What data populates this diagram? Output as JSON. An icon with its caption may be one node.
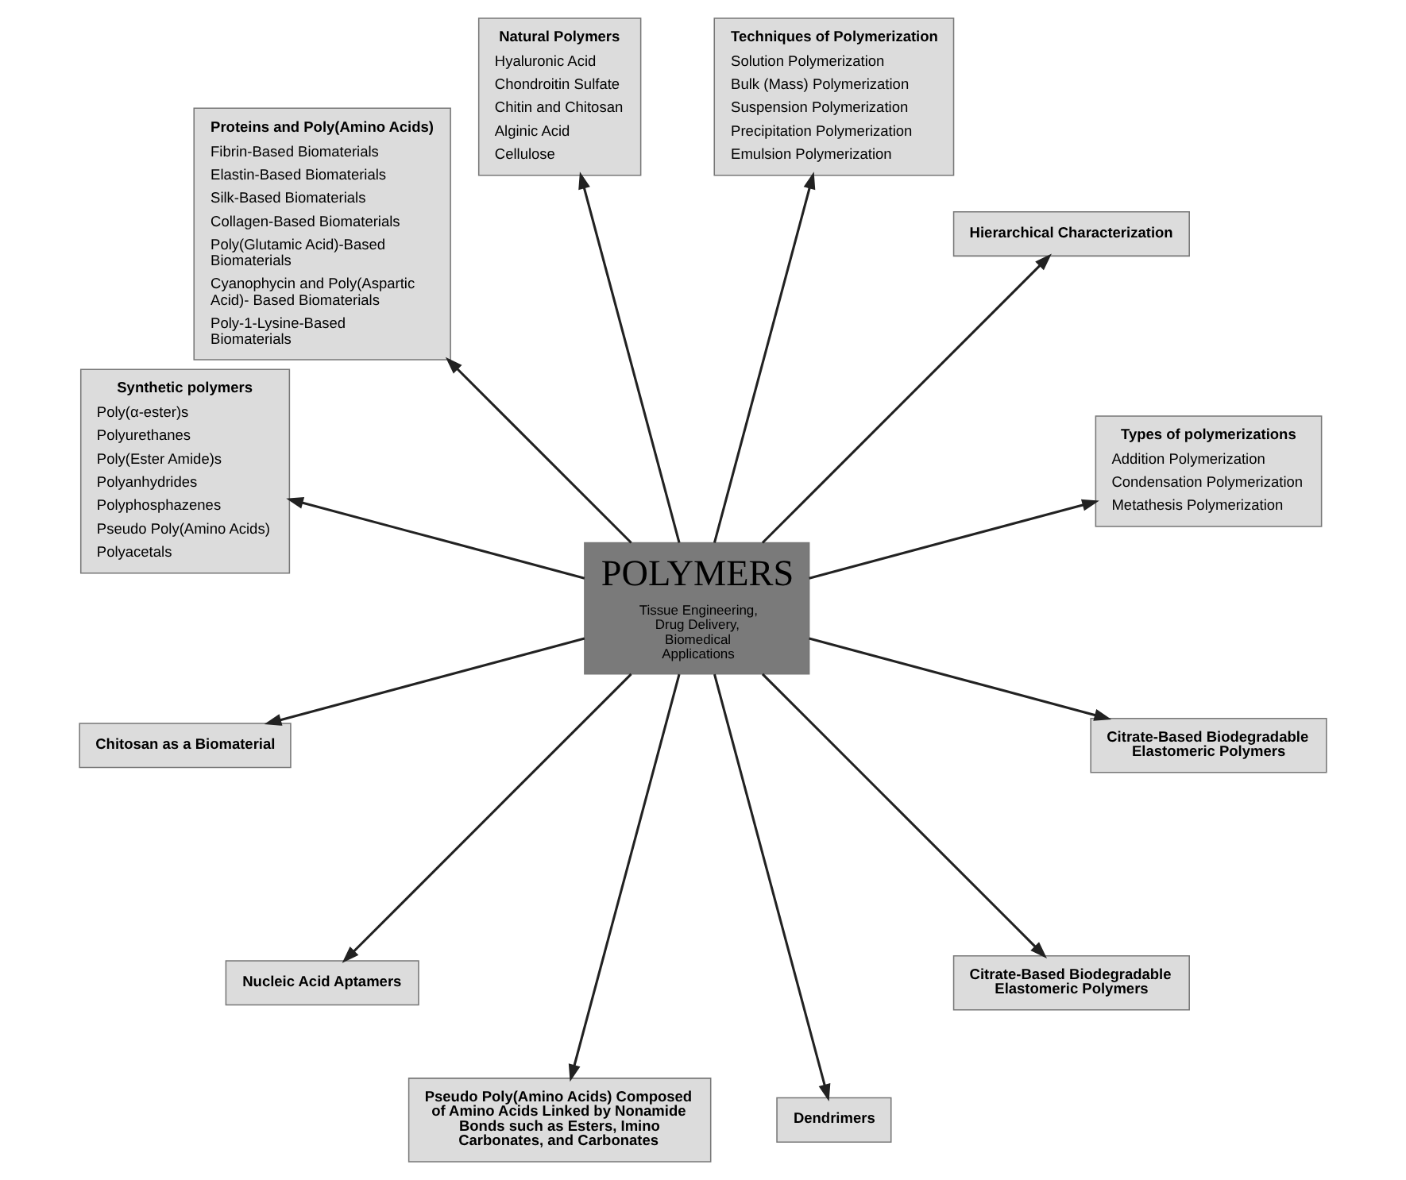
{
  "diagram": {
    "nodes": [
      {
        "text": [
          "POLYMERS",
          "Tissue Engineering, Drug Delivery, Biomedical Applications"
        ]
      },
      {
        "text": [
          "Types of polymerizations",
          "Addition Polymerization",
          "Condensation Polymerization",
          "Metathesis Polymerization"
        ]
      },
      {
        "text": [
          "Hierarchical Characterization"
        ]
      },
      {
        "text": [
          "Techniques of Polymerization",
          "Solution Polymerization",
          "Bulk (Mass) Polymerization",
          "Suspension Polymerization",
          "Precipitation Polymerization",
          "Emulsion Polymerization"
        ]
      },
      {
        "text": [
          "Natural Polymers",
          "Hyaluronic Acid",
          "Chondroitin Sulfate",
          "Chitin and Chitosan",
          "Alginic Acid",
          "Cellulose"
        ]
      },
      {
        "text": [
          "Proteins and Poly(Amino Acids)",
          "Fibrin-Based Biomaterials",
          "Elastin-Based Biomaterials",
          "Silk-Based Biomaterials",
          "Collagen-Based Biomaterials",
          "Poly(Glutamic Acid)-Based Biomaterials",
          "Cyanophycin and Poly(Aspartic Acid)- Based Biomaterials",
          "Poly-1-Lysine-Based Biomaterials"
        ]
      },
      {
        "text": [
          "Synthetic polymers",
          "Poly(α-ester)s",
          "Polyurethanes",
          "Poly(Ester Amide)s",
          "Polyanhydrides",
          "Polyphosphazenes",
          "Pseudo Poly(Amino Acids)",
          "Polyacetals"
        ]
      },
      {
        "text": [
          "Chitosan as a Biomaterial"
        ]
      },
      {
        "text": [
          "Nucleic Acid Aptamers"
        ]
      },
      {
        "text": [
          "Pseudo Poly(Amino Acids) Composed of Amino Acids Linked by Nonamide Bonds such as Esters, Imino Carbonates, and Carbonates"
        ]
      },
      {
        "text": [
          "Dendrimers"
        ]
      },
      {
        "text": [
          "Citrate-Based Biodegradable Elastomeric Polymers"
        ]
      },
      {
        "text": [
          "Citrate-Based Biodegradable Elastomeric Polymers"
        ]
      }
    ],
    "edges": [
      {
        "from": 0,
        "to": 1,
        "arrow": "to"
      },
      {
        "from": 0,
        "to": 2,
        "arrow": "to"
      },
      {
        "from": 0,
        "to": 3,
        "arrow": "to"
      },
      {
        "from": 0,
        "to": 4,
        "arrow": "to"
      },
      {
        "from": 0,
        "to": 5,
        "arrow": "to"
      },
      {
        "from": 0,
        "to": 6,
        "arrow": "to"
      },
      {
        "from": 0,
        "to": 7,
        "arrow": "to"
      },
      {
        "from": 0,
        "to": 8,
        "arrow": "to"
      },
      {
        "from": 0,
        "to": 9,
        "arrow": "to"
      },
      {
        "from": 0,
        "to": 10,
        "arrow": "to"
      },
      {
        "from": 0,
        "to": 11,
        "arrow": "to"
      },
      {
        "from": 0,
        "to": 12,
        "arrow": "to"
      }
    ]
  }
}
